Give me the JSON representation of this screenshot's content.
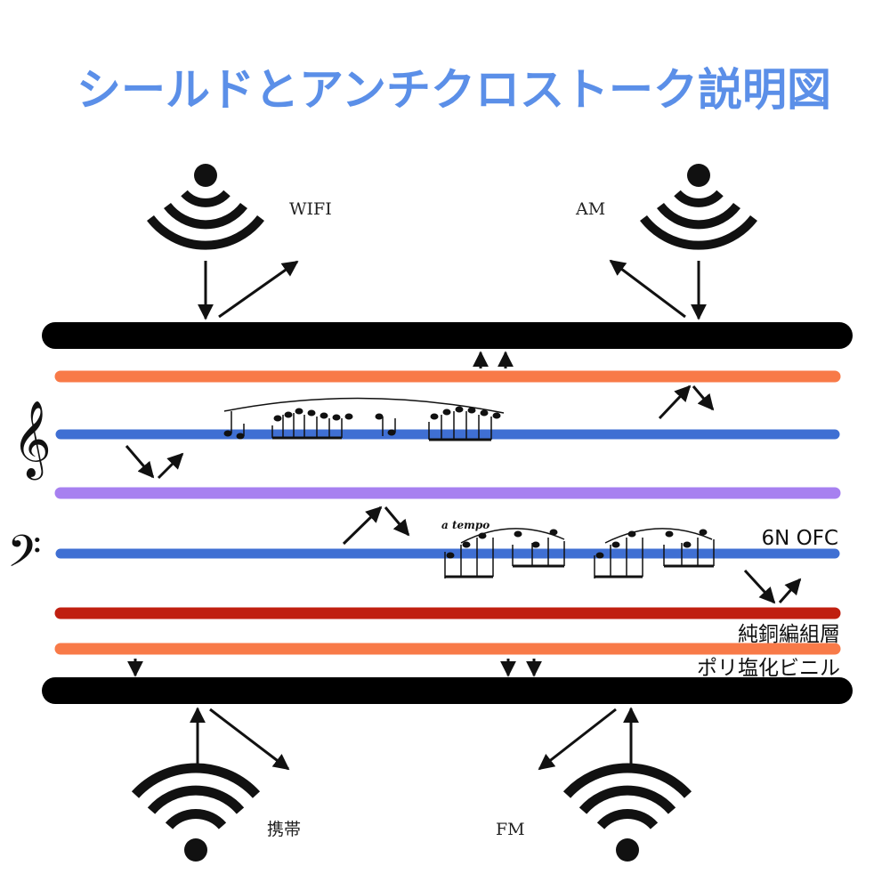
{
  "title": "シールドとアンチクロストーク説明図",
  "sources": {
    "top_left": "WIFI",
    "top_right": "AM",
    "bottom_left": "携帯",
    "bottom_right": "FM"
  },
  "layers": {
    "conductor": "6N OFC",
    "braid": "純銅編組層",
    "jacket": "ポリ塩化ビニル"
  },
  "music": {
    "tempo_marking": "a tempo",
    "treble_clef_glyph": "𝄞",
    "bass_clef_glyph": "𝄢"
  },
  "icons": {
    "broadcast_top": "signal-broadcast-down-icon",
    "broadcast_bottom": "wifi-up-icon"
  },
  "colors": {
    "title": "#5b8fe8",
    "outer_shield": "#000000",
    "orange_layer": "#f87a48",
    "blue_signal": "#3f6fd3",
    "purple_layer": "#a780f0",
    "red_braid": "#c01f10",
    "arrows": "#111111"
  }
}
